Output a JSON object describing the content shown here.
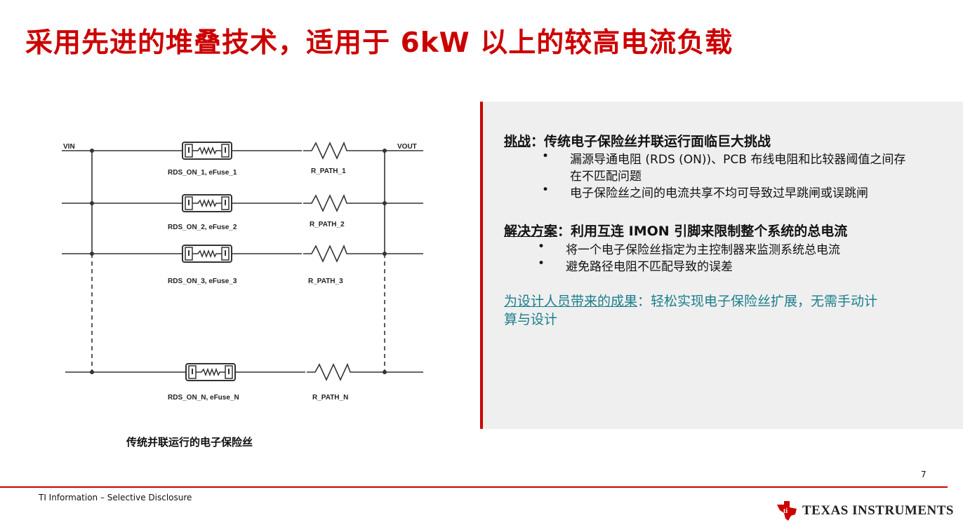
{
  "title": "采用先进的堆叠技术，适用于 6kW 以上的较高电流负载",
  "circuit": {
    "vin": "VIN",
    "vout": "VOUT",
    "rows": [
      {
        "fuse": "RDS_ON_1, eFuse_1",
        "path": "R_PATH_1"
      },
      {
        "fuse": "RDS_ON_2, eFuse_2",
        "path": "R_PATH_2"
      },
      {
        "fuse": "RDS_ON_3, eFuse_3",
        "path": "R_PATH_3"
      },
      {
        "fuse": "RDS_ON_N, eFuse_N",
        "path": "R_PATH_N"
      }
    ],
    "caption": "传统并联运行的电子保险丝"
  },
  "panel": {
    "challenge_label": "挑战",
    "challenge_text": "：传统电子保险丝并联运行面临巨大挑战",
    "challenge_bullets": [
      "漏源导通电阻 (RDS (ON))、PCB 布线电阻和比较器阈值之间存",
      "在不匹配问题",
      "电子保险丝之间的电流共享不均可导致过早跳闸或误跳闸"
    ],
    "solution_label": "解决方案",
    "solution_text": "：利用互连 IMON 引脚来限制整个系统的总电流",
    "solution_bullets": [
      "将一个电子保险丝指定为主控制器来监测系统总电流",
      "避免路径电阻不匹配导致的误差"
    ],
    "benefit_label": "为设计人员带来的成果",
    "benefit_text_1": "：轻松实现电子保险丝扩展，无需手动计",
    "benefit_text_2": "算与设计",
    "bullet_glyph": "•"
  },
  "footer": {
    "disclosure": "TI Information – Selective Disclosure",
    "page": "7",
    "logo": "TEXAS INSTRUMENTS"
  },
  "colors": {
    "accent": "#cc0000",
    "teal": "#1b7e8c",
    "panel": "#efefef"
  }
}
